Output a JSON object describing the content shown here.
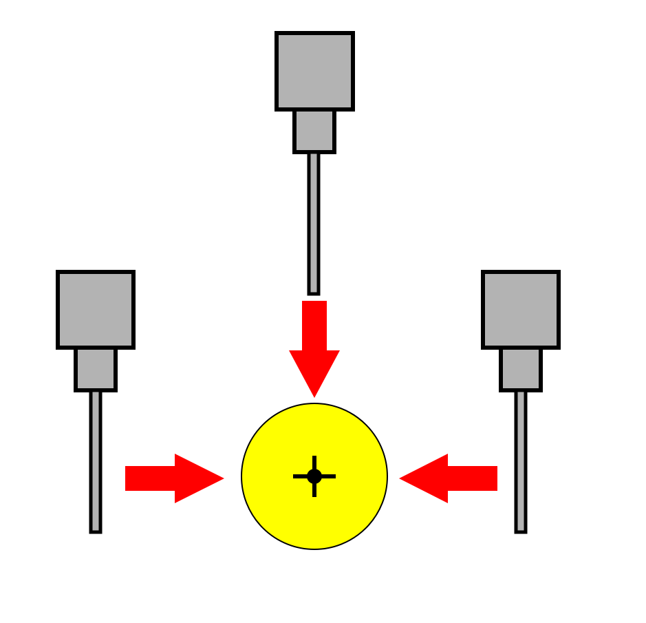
{
  "colors": {
    "background": "#ffffff",
    "probe_body": "#b3b3b3",
    "outline": "#000000",
    "arrow": "#ff0000",
    "target": "#ffff00",
    "center_mark": "#000000"
  },
  "probes": [
    {
      "name": "top",
      "icon": "probe-icon"
    },
    {
      "name": "left",
      "icon": "probe-icon"
    },
    {
      "name": "right",
      "icon": "probe-icon"
    }
  ],
  "arrows": [
    {
      "direction": "down"
    },
    {
      "direction": "right"
    },
    {
      "direction": "left"
    }
  ],
  "target": {
    "icon": "crosshair-icon"
  }
}
